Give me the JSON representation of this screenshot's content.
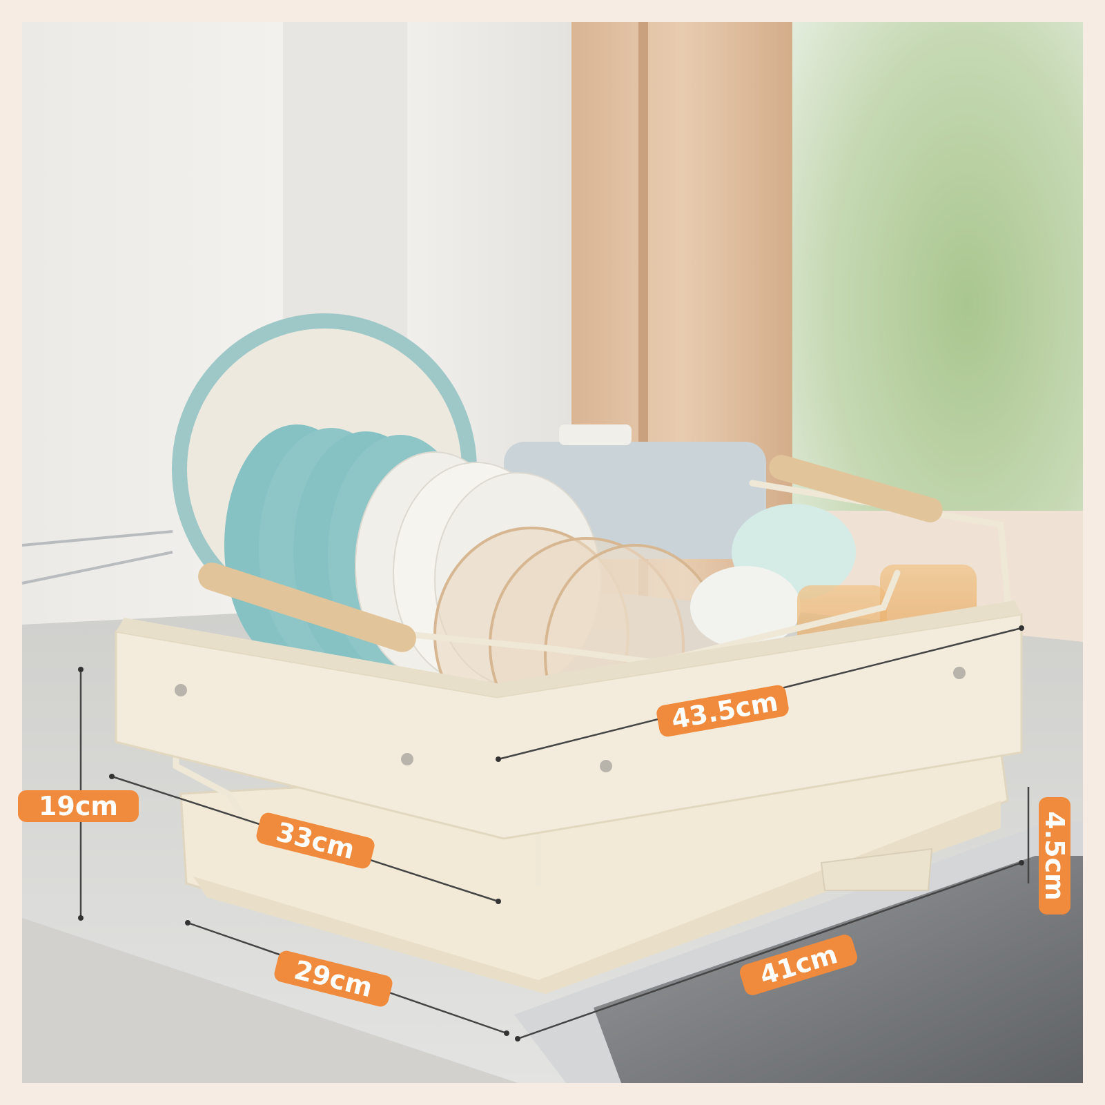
{
  "colors": {
    "frame": "#f7ece3",
    "label_bg": "#f08a3c",
    "label_text": "#ffffff",
    "rack": "#f3ecdc",
    "plates_teal": "#8cc6c8",
    "plates_white": "#f4f2ec",
    "wood": "#e2c49a",
    "counter": "#d9d8d5",
    "window_green": "#9fbf86"
  },
  "dimensions": {
    "width_top": "43.5cm",
    "depth_top": "33cm",
    "height": "19cm",
    "depth_base": "29cm",
    "width_base": "41cm",
    "tray_height": "4.5cm"
  }
}
